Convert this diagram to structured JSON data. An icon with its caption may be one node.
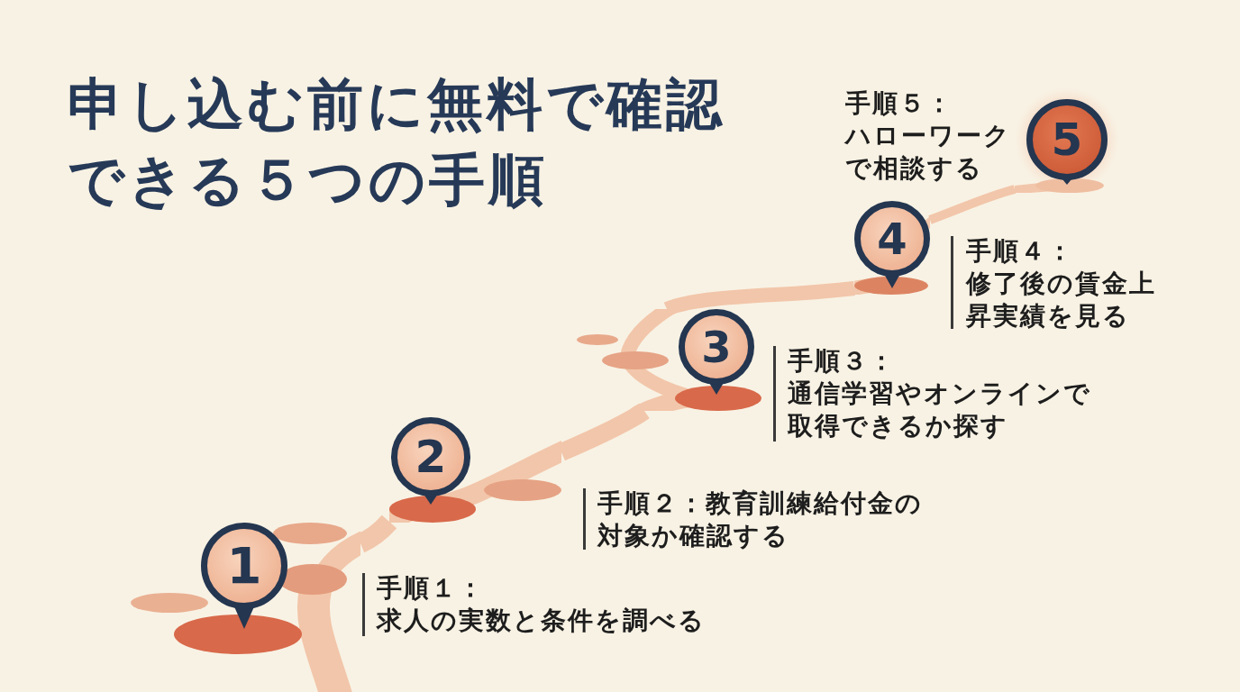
{
  "diagram": {
    "title": "申し込む前に無料で確認できる５つの手順",
    "nodes": [
      {
        "text": [
          "1"
        ],
        "beside": [
          "手順１：",
          "求人の実数と条件を調べる"
        ]
      },
      {
        "text": [
          "2"
        ],
        "beside": [
          "手順２：教育訓練給付金の対象か確認する"
        ]
      },
      {
        "text": [
          "3"
        ],
        "beside": [
          "手順３：",
          "通信学習やオンラインで取得できるか探す"
        ]
      },
      {
        "text": [
          "4"
        ],
        "beside": [
          "手順４：",
          "修了後の賃金上昇実績を見る"
        ]
      },
      {
        "text": [
          "5"
        ],
        "beside": [
          "手順５：",
          "ハローワークで相談する"
        ]
      }
    ],
    "edges": [
      {
        "from": 0,
        "to": 1,
        "arrow": "none"
      },
      {
        "from": 1,
        "to": 2,
        "arrow": "none"
      },
      {
        "from": 2,
        "to": 3,
        "arrow": "none"
      },
      {
        "from": 3,
        "to": 4,
        "arrow": "none"
      }
    ]
  }
}
